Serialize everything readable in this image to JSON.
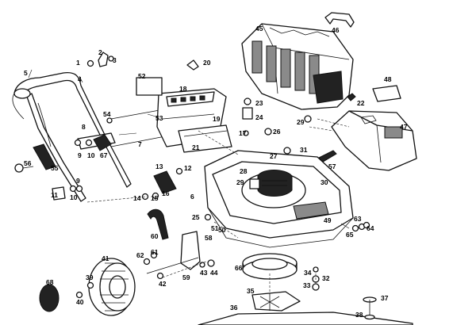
{
  "labels": {
    "p1": "1",
    "p2": "2",
    "p3": "3",
    "p4": "4",
    "p5": "5",
    "p6": "6",
    "p7": "7",
    "p8": "8",
    "p9a": "9",
    "p9b": "9",
    "p10a": "10",
    "p10b": "10",
    "p11": "11",
    "p12": "12",
    "p13": "13",
    "p14": "14",
    "p15": "15",
    "p16": "16",
    "p17": "17",
    "p18": "18",
    "p19": "19",
    "p20": "20",
    "p21": "21",
    "p22": "22",
    "p23": "23",
    "p24": "24",
    "p25": "25",
    "p26": "26",
    "p27": "27",
    "p28": "28",
    "p29a": "29",
    "p29b": "29",
    "p30": "30",
    "p31": "31",
    "p32": "32",
    "p33": "33",
    "p34": "34",
    "p35": "35",
    "p36": "36",
    "p37": "37",
    "p38": "38",
    "p39": "39",
    "p40": "40",
    "p41": "41",
    "p42": "42",
    "p43": "43",
    "p44": "44",
    "p45": "45",
    "p46": "46",
    "p47": "47",
    "p48": "48",
    "p49": "49",
    "p50": "50",
    "p51": "51",
    "p52": "52",
    "p53": "53",
    "p54": "54",
    "p55": "55",
    "p56": "56",
    "p57": "57",
    "p58": "58",
    "p59": "59",
    "p60": "60",
    "p61": "61",
    "p62": "62",
    "p63": "63",
    "p64": "64",
    "p65": "65",
    "p66": "66",
    "p67": "67",
    "p68": "68"
  }
}
